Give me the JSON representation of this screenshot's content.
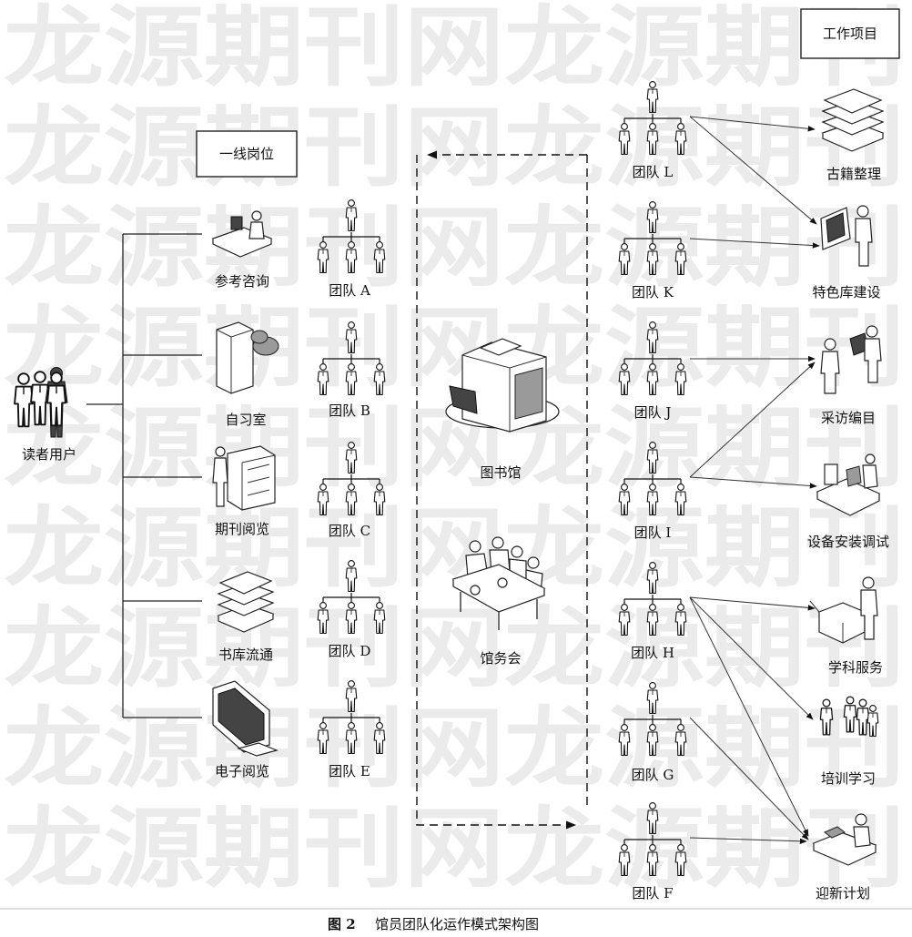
{
  "watermark": "龙源期刊网",
  "boxes": {
    "frontline": "一线岗位",
    "projects": "工作项目"
  },
  "user": {
    "label": "读者用户"
  },
  "posts": [
    {
      "id": "ref",
      "label": "参考咨询",
      "icon": "reference-desk-icon"
    },
    {
      "id": "study",
      "label": "自习室",
      "icon": "server-room-icon"
    },
    {
      "id": "periodical",
      "label": "期刊阅览",
      "icon": "shelf-reader-icon"
    },
    {
      "id": "stack",
      "label": "书库流通",
      "icon": "book-stack-icon"
    },
    {
      "id": "ereading",
      "label": "电子阅览",
      "icon": "monitor-icon"
    }
  ],
  "teams_left": [
    "团队 A",
    "团队 B",
    "团队 C",
    "团队 D",
    "团队 E"
  ],
  "teams_right": [
    "团队 L",
    "团队 K",
    "团队 J",
    "团队 I",
    "团队 H",
    "团队 G",
    "团队 F"
  ],
  "center": {
    "library": "图书馆",
    "council": "馆务会"
  },
  "projects": [
    {
      "id": "ancient",
      "label": "古籍整理",
      "icon": "paper-stack-icon"
    },
    {
      "id": "featured",
      "label": "特色库建设",
      "icon": "presenter-icon"
    },
    {
      "id": "acq",
      "label": "采访编目",
      "icon": "handover-icon"
    },
    {
      "id": "equip",
      "label": "设备安装调试",
      "icon": "workbench-icon"
    },
    {
      "id": "subject",
      "label": "学科服务",
      "icon": "open-box-icon"
    },
    {
      "id": "training",
      "label": "培训学习",
      "icon": "group-training-icon"
    },
    {
      "id": "newcomer",
      "label": "迎新计划",
      "icon": "desk-worker-icon"
    }
  ],
  "caption": {
    "figure_no": "图 2",
    "title": "馆员团队化运作模式架构图"
  }
}
